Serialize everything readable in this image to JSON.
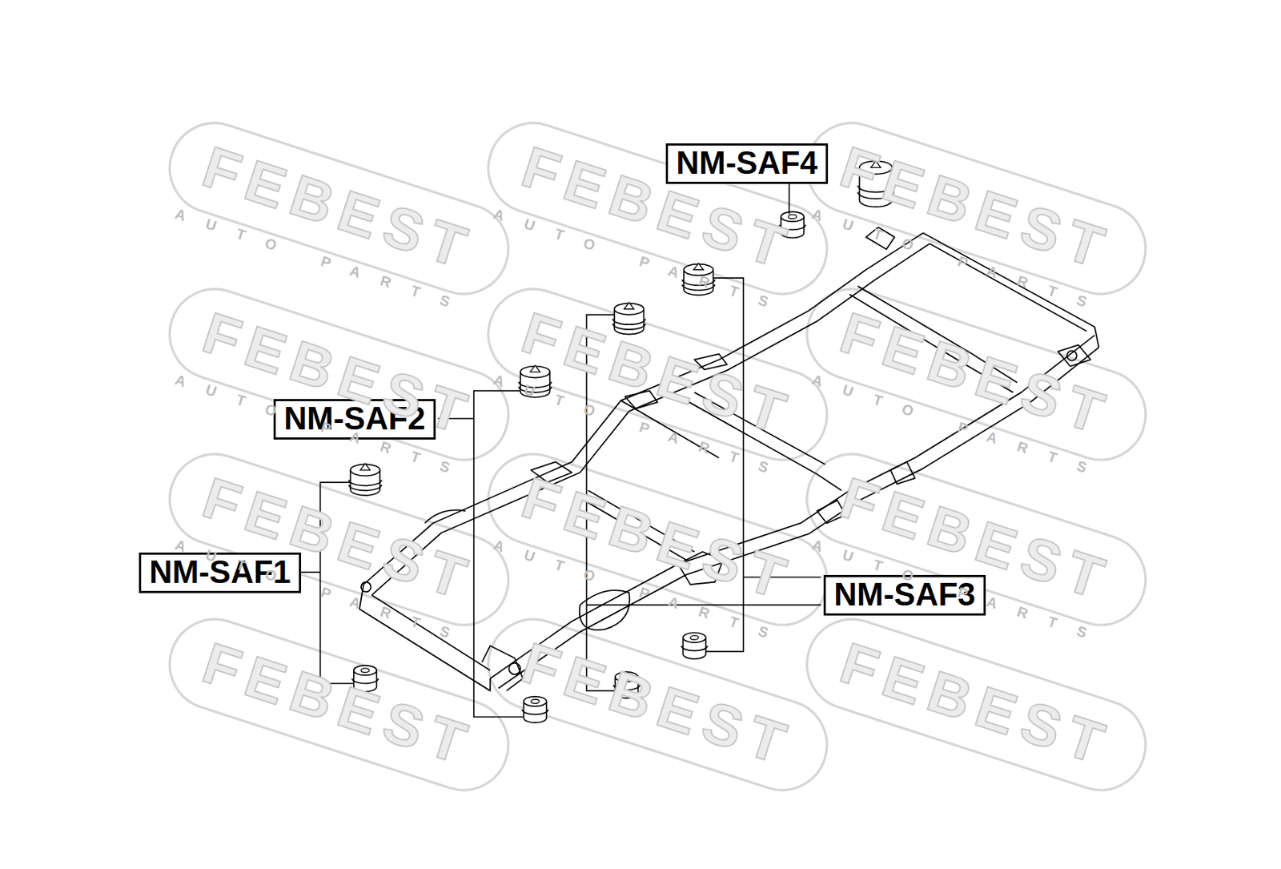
{
  "diagram": {
    "nodes": [
      {
        "text": [
          "NM-SAF4"
        ]
      },
      {
        "text": [
          "NM-SAF2"
        ]
      },
      {
        "text": [
          "NM-SAF1"
        ]
      },
      {
        "text": [
          "NM-SAF3"
        ]
      }
    ],
    "labels": [
      "FEBEST",
      "AUTO PARTS",
      "FEBEST",
      "AUTO PARTS",
      "FEBEST",
      "AUTO PARTS",
      "FEBEST",
      "AUTO PARTS",
      "FEBEST",
      "AUTO PARTS",
      "FEBEST",
      "AUTO PARTS",
      "FEBEST",
      "AUTO PARTS",
      "FEBEST",
      "AUTO PARTS",
      "FEBEST",
      "AUTO PARTS",
      "FEBEST",
      "FEBEST",
      "FEBEST"
    ]
  }
}
